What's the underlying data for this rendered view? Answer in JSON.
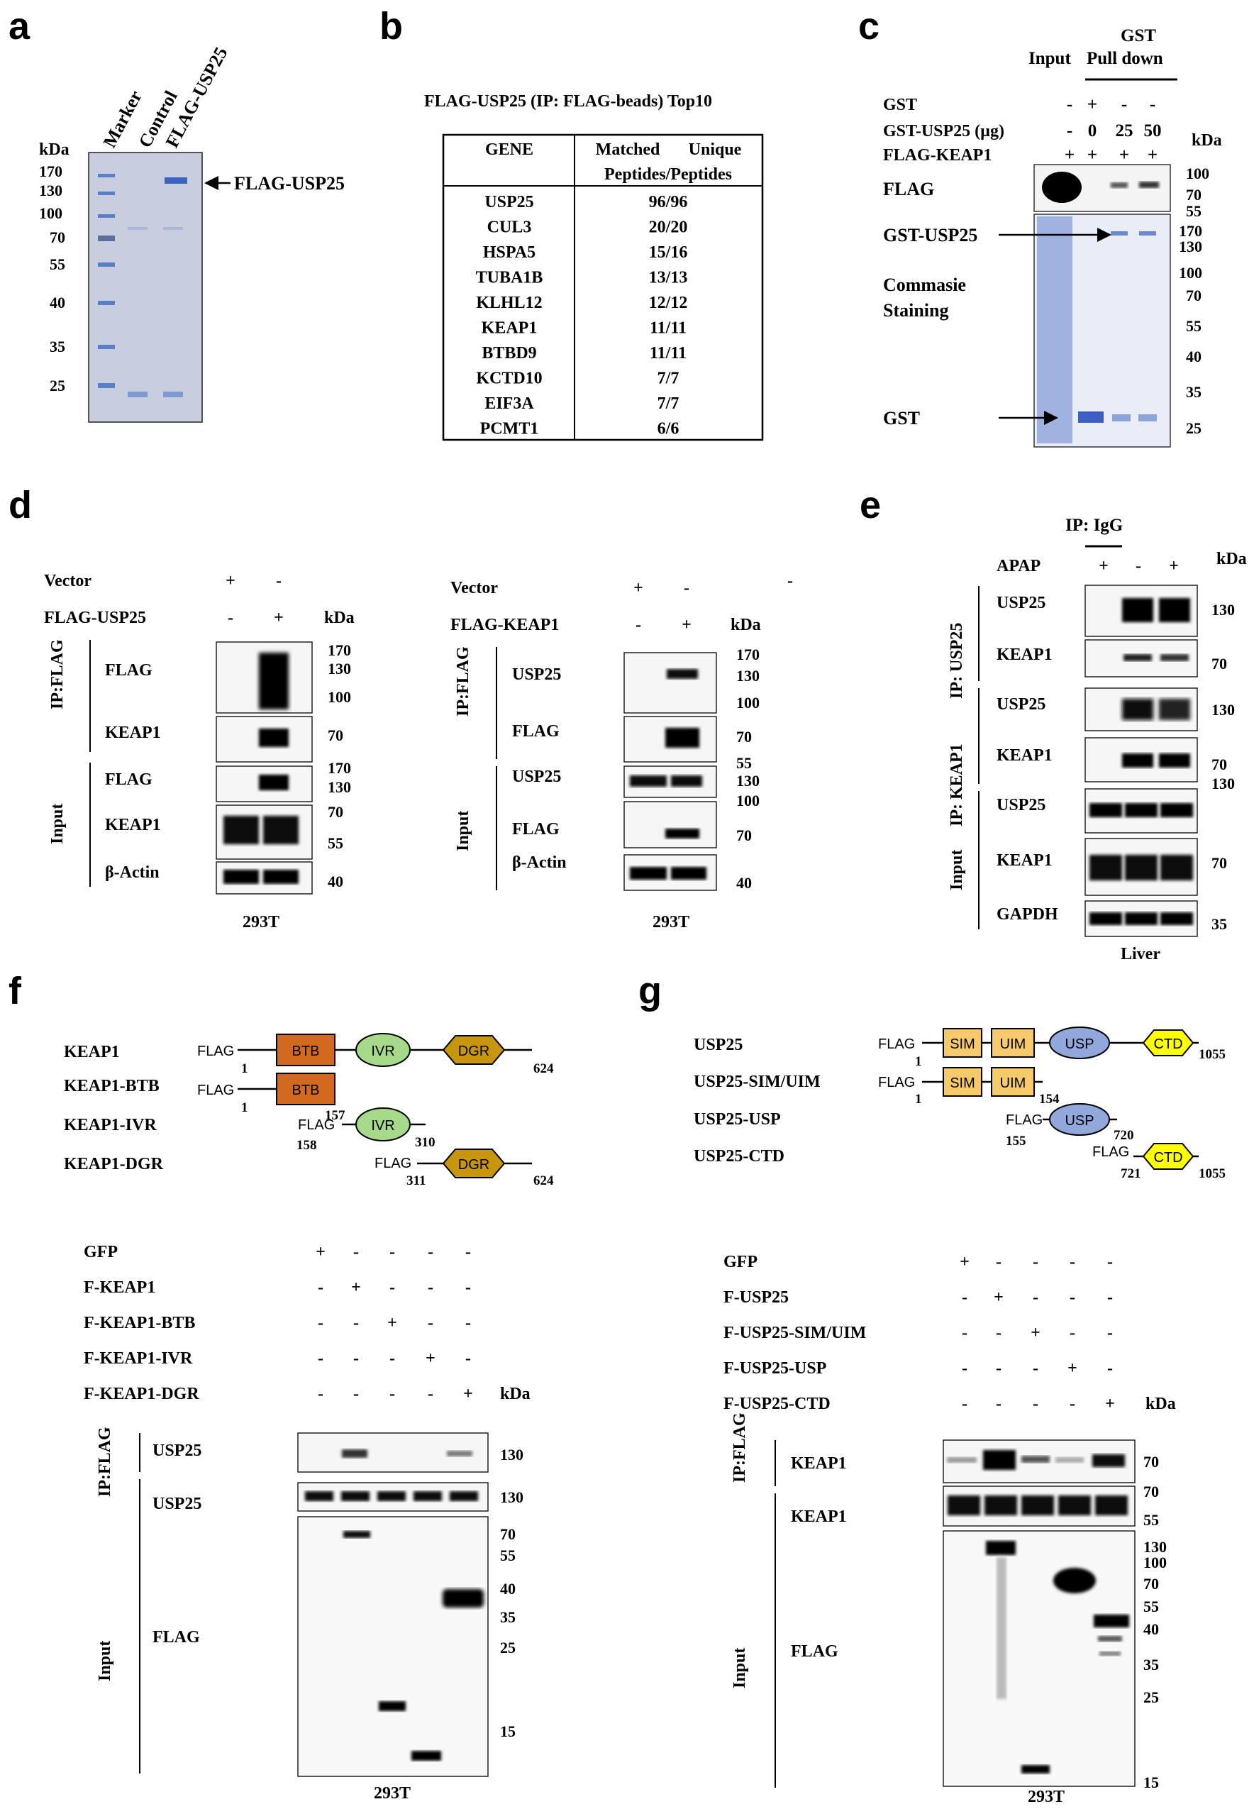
{
  "panels": {
    "a": {
      "letter": "a",
      "lanes": [
        "Marker",
        "Control",
        "FLAG-USP25"
      ],
      "kda_label": "kDa",
      "markers": [
        "170",
        "130",
        "100",
        "70",
        "55",
        "40",
        "35",
        "25"
      ],
      "band_label": "FLAG-USP25"
    },
    "b": {
      "letter": "b",
      "title": "FLAG-USP25 (IP: FLAG-beads) Top10",
      "headers": [
        "GENE",
        "Matched",
        "Unique",
        "Peptides/Peptides"
      ],
      "rows": [
        {
          "gene": "USP25",
          "value": "96/96"
        },
        {
          "gene": "CUL3",
          "value": "20/20"
        },
        {
          "gene": "HSPA5",
          "value": "15/16"
        },
        {
          "gene": "TUBA1B",
          "value": "13/13"
        },
        {
          "gene": "KLHL12",
          "value": "12/12"
        },
        {
          "gene": "KEAP1",
          "value": "11/11"
        },
        {
          "gene": "BTBD9",
          "value": "11/11"
        },
        {
          "gene": "KCTD10",
          "value": "7/7"
        },
        {
          "gene": "EIF3A",
          "value": "7/7"
        },
        {
          "gene": "PCMT1",
          "value": "6/6"
        }
      ],
      "highlight_color": "#e8151b"
    },
    "c": {
      "letter": "c",
      "input_label": "Input",
      "gst_label": "GST",
      "pulldown_label": "Pull down",
      "cond_labels": [
        "GST",
        "GST-USP25 (µg)",
        "FLAG-KEAP1"
      ],
      "cond_values": [
        [
          "-",
          "+",
          "-",
          "-"
        ],
        [
          "-",
          "0",
          "25",
          "50"
        ],
        [
          "+",
          "+",
          "+",
          "+"
        ]
      ],
      "kda_label": "kDa",
      "row_labels": [
        "FLAG",
        "GST-USP25",
        "Commasie",
        "Staining",
        "GST"
      ],
      "markers": [
        "100",
        "70",
        "55",
        "170",
        "130",
        "100",
        "70",
        "55",
        "40",
        "35",
        "25"
      ]
    },
    "d": {
      "letter": "d",
      "left": {
        "cond_labels": [
          "Vector",
          "FLAG-USP25"
        ],
        "cond_values": [
          [
            "+",
            "-"
          ],
          [
            "-",
            "+"
          ]
        ],
        "kda_label": "kDa",
        "group_labels": [
          "IP:FLAG",
          "Input"
        ],
        "row_labels": [
          "FLAG",
          "KEAP1",
          "FLAG",
          "KEAP1",
          "β-Actin"
        ],
        "markers": [
          "170",
          "130",
          "100",
          "70",
          "170",
          "130",
          "70",
          "55",
          "40"
        ],
        "cell_line": "293T"
      },
      "right": {
        "cond_labels": [
          "Vector",
          "FLAG-KEAP1"
        ],
        "cond_values": [
          [
            "+",
            "-"
          ],
          [
            "-",
            "+"
          ]
        ],
        "extra_mark": "-",
        "kda_label": "kDa",
        "group_labels": [
          "IP:FLAG",
          "Input"
        ],
        "row_labels": [
          "USP25",
          "FLAG",
          "USP25",
          "FLAG",
          "β-Actin"
        ],
        "markers": [
          "170",
          "130",
          "100",
          "70",
          "55",
          "130",
          "100",
          "70",
          "40"
        ],
        "cell_line": "293T"
      }
    },
    "e": {
      "letter": "e",
      "igg_label": "IP: IgG",
      "cond_label": "APAP",
      "cond_values": [
        "+",
        "-",
        "+"
      ],
      "kda_label": "kDa",
      "group_labels": [
        "IP: USP25",
        "IP: KEAP1",
        "Input"
      ],
      "row_labels": [
        "USP25",
        "KEAP1",
        "USP25",
        "KEAP1",
        "USP25",
        "KEAP1",
        "GAPDH"
      ],
      "markers": [
        "130",
        "70",
        "130",
        "70",
        "130",
        "70",
        "35"
      ],
      "tissue": "Liver"
    },
    "f": {
      "letter": "f",
      "constructs": [
        "KEAP1",
        "KEAP1-BTB",
        "KEAP1-IVR",
        "KEAP1-DGR"
      ],
      "tag": "FLAG",
      "domains": [
        "BTB",
        "IVR",
        "DGR"
      ],
      "positions": [
        "1",
        "624",
        "1",
        "157",
        "158",
        "310",
        "311",
        "624"
      ],
      "domain_colors": {
        "BTB": "#d2691e",
        "IVR": "#a6d98a",
        "DGR": "#c8960c"
      },
      "cond_labels": [
        "GFP",
        "F-KEAP1",
        "F-KEAP1-BTB",
        "F-KEAP1-IVR",
        "F-KEAP1-DGR"
      ],
      "cond_values": [
        [
          "+",
          "-",
          "-",
          "-",
          "-"
        ],
        [
          "-",
          "+",
          "-",
          "-",
          "-"
        ],
        [
          "-",
          "-",
          "+",
          "-",
          "-"
        ],
        [
          "-",
          "-",
          "-",
          "+",
          "-"
        ],
        [
          "-",
          "-",
          "-",
          "-",
          "+"
        ]
      ],
      "kda_label": "kDa",
      "group_labels": [
        "IP:FLAG",
        "Input"
      ],
      "row_labels": [
        "USP25",
        "USP25",
        "FLAG"
      ],
      "markers": [
        "130",
        "130",
        "70",
        "55",
        "40",
        "35",
        "25",
        "15"
      ],
      "cell_line": "293T"
    },
    "g": {
      "letter": "g",
      "constructs": [
        "USP25",
        "USP25-SIM/UIM",
        "USP25-USP",
        "USP25-CTD"
      ],
      "tag": "FLAG",
      "domains": [
        "SIM",
        "UIM",
        "USP",
        "CTD"
      ],
      "positions": [
        "1",
        "1055",
        "1",
        "154",
        "155",
        "720",
        "721",
        "1055"
      ],
      "domain_colors": {
        "SIM": "#f6c96b",
        "UIM": "#f6c96b",
        "USP": "#92a8dc",
        "CTD": "#ffff00"
      },
      "cond_labels": [
        "GFP",
        "F-USP25",
        "F-USP25-SIM/UIM",
        "F-USP25-USP",
        "F-USP25-CTD"
      ],
      "cond_values": [
        [
          "+",
          "-",
          "-",
          "-",
          "-"
        ],
        [
          "-",
          "+",
          "-",
          "-",
          "-"
        ],
        [
          "-",
          "-",
          "+",
          "-",
          "-"
        ],
        [
          "-",
          "-",
          "-",
          "+",
          "-"
        ],
        [
          "-",
          "-",
          "-",
          "-",
          "+"
        ]
      ],
      "kda_label": "kDa",
      "group_labels": [
        "IP:FLAG",
        "Input"
      ],
      "row_labels": [
        "KEAP1",
        "KEAP1",
        "FLAG"
      ],
      "markers": [
        "70",
        "70",
        "55",
        "130",
        "100",
        "70",
        "55",
        "40",
        "35",
        "25",
        "15"
      ],
      "cell_line": "293T"
    }
  }
}
